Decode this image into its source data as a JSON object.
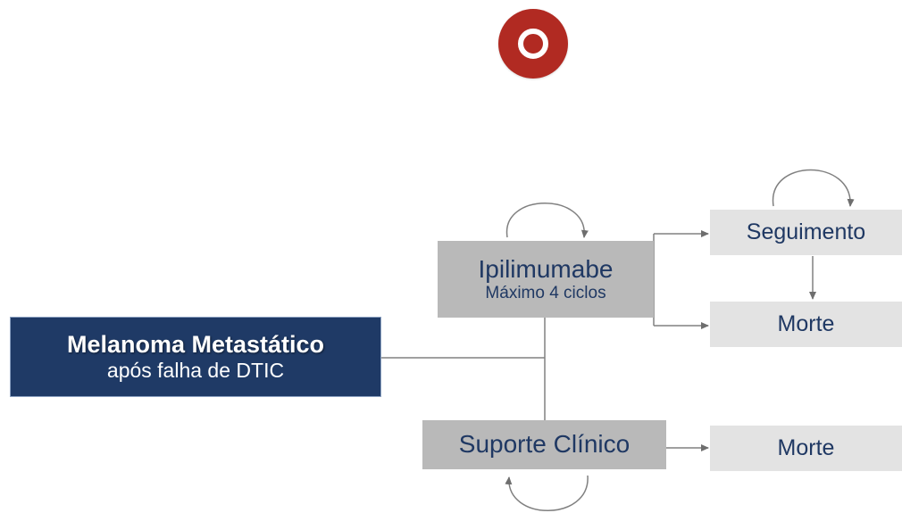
{
  "nodes": {
    "start": {
      "title": "Melanoma Metastático",
      "subtitle": "após falha de DTIC"
    },
    "ipilimumabe": {
      "title": "Ipilimumabe",
      "subtitle": "Máximo 4 ciclos"
    },
    "seguimento": {
      "label": "Seguimento"
    },
    "morte_a": {
      "label": "Morte"
    },
    "suporte": {
      "label": "Suporte Clínico"
    },
    "morte_b": {
      "label": "Morte"
    }
  },
  "colors": {
    "start_fill": "#1f3a66",
    "state_fill": "#b9b9b9",
    "light_fill": "#e3e3e3",
    "text": "#1f3863",
    "logo": "#b12a22",
    "connector": "#808080"
  }
}
